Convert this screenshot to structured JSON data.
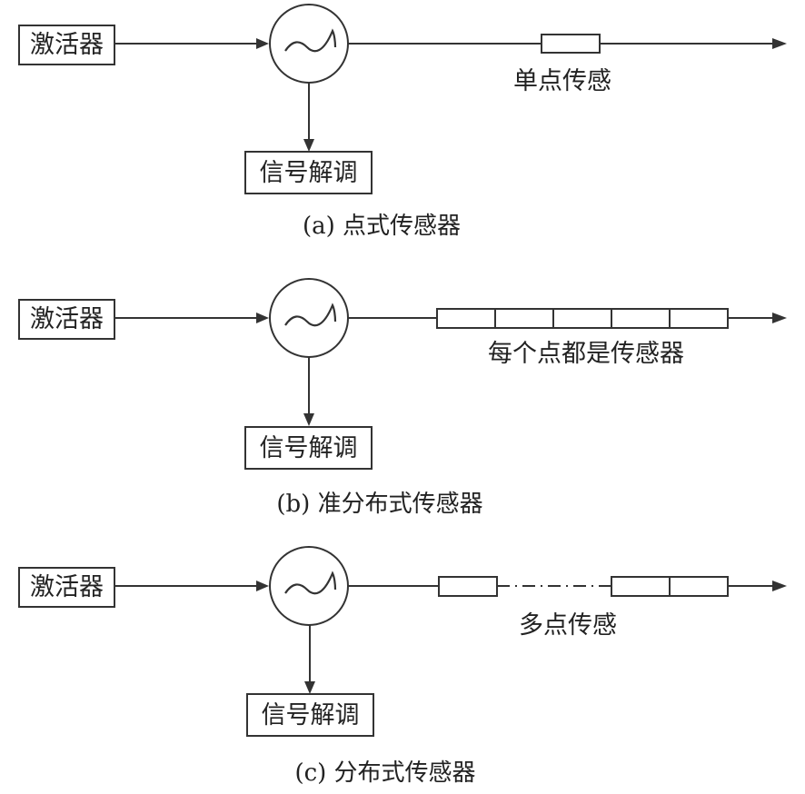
{
  "panels": [
    {
      "activator": "激活器",
      "demod": "信号解调",
      "sensor_label": "单点传感",
      "caption": "(a) 点式传感器"
    },
    {
      "activator": "激活器",
      "demod": "信号解调",
      "sensor_label": "每个点都是传感器",
      "caption": "(b) 准分布式传感器"
    },
    {
      "activator": "激活器",
      "demod": "信号解调",
      "sensor_label": "多点传感",
      "caption": "(c) 分布式传感器"
    }
  ]
}
